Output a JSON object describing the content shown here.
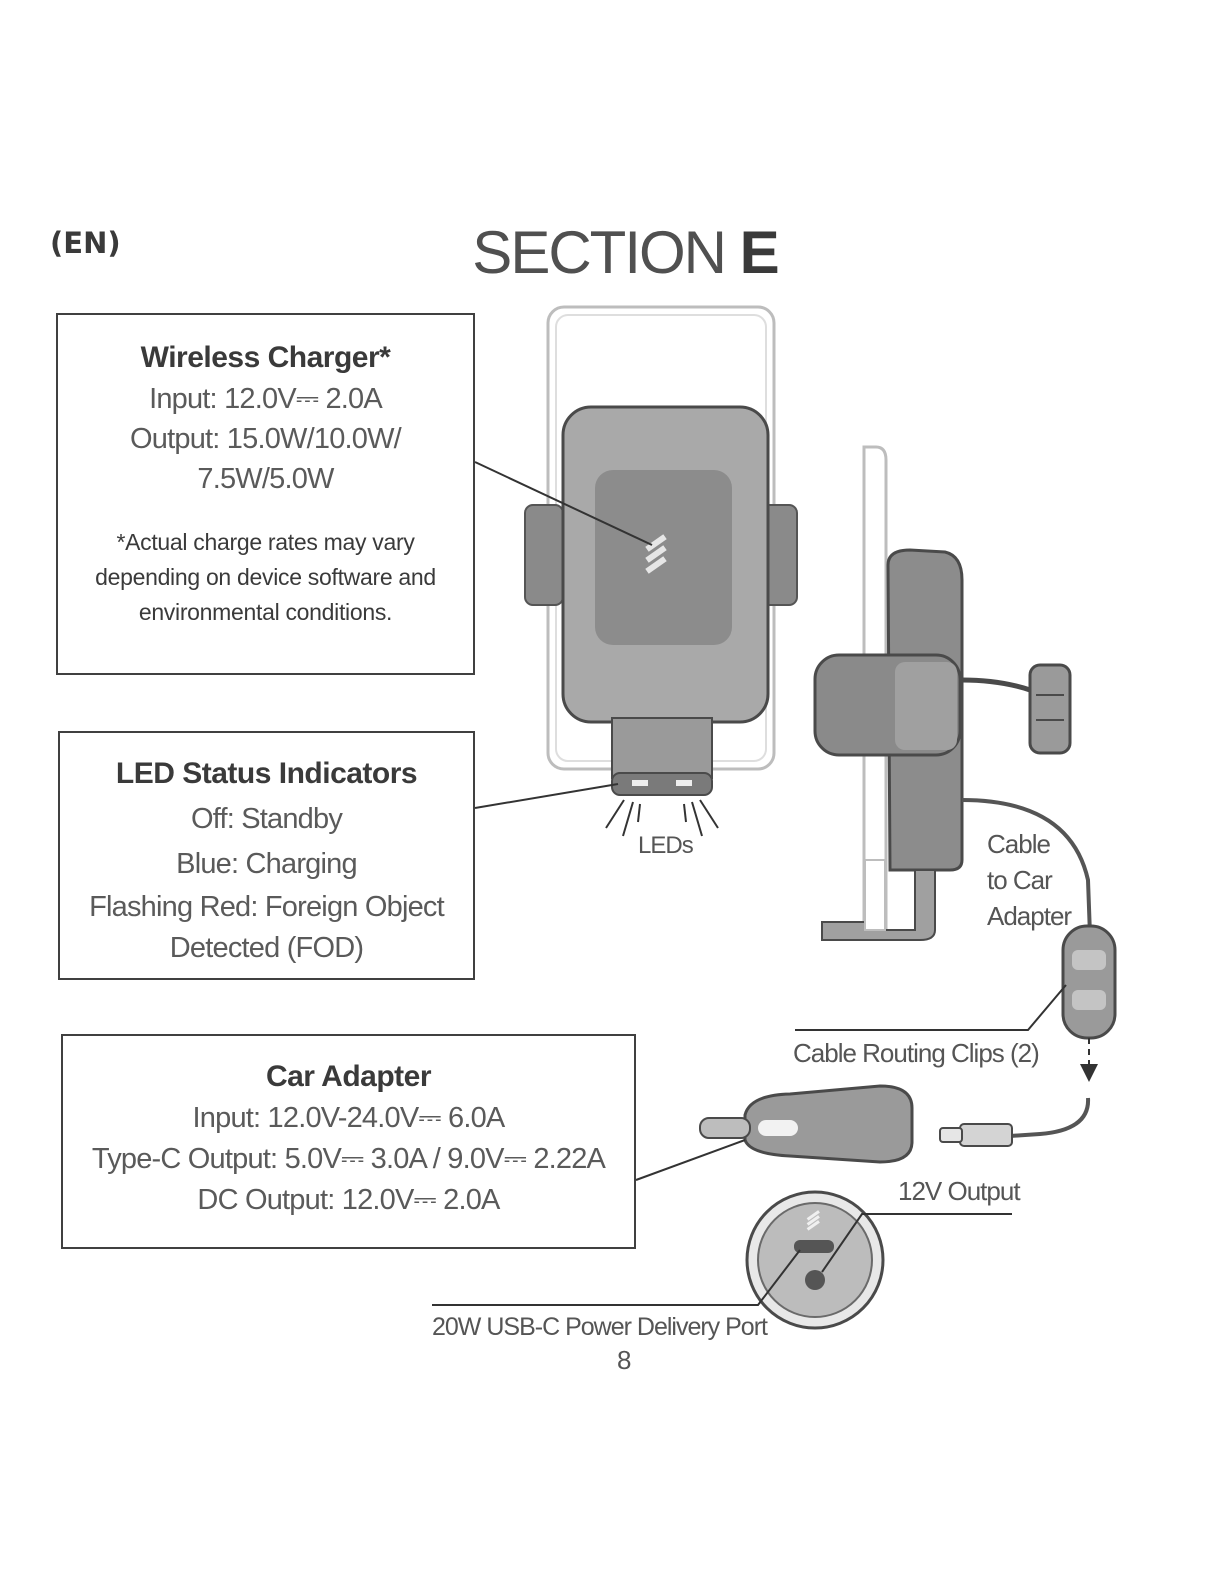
{
  "header": {
    "language_tag": "(EN)",
    "section_prefix": "SECTION ",
    "section_letter": "E"
  },
  "wireless_charger": {
    "title": "Wireless Charger*",
    "input": "Input: 12.0V⎓ 2.0A",
    "output_line1": "Output: 15.0W/10.0W/",
    "output_line2": "7.5W/5.0W",
    "footnote": "*Actual charge rates may vary depending on device software and environmental conditions."
  },
  "led_status": {
    "title": "LED Status Indicators",
    "lines": [
      "Off: Standby",
      "Blue: Charging",
      "Flashing Red: Foreign Object",
      "Detected (FOD)"
    ]
  },
  "car_adapter": {
    "title": "Car Adapter",
    "input": "Input: 12.0V-24.0V⎓ 6.0A",
    "typec_output": "Type-C Output: 5.0V⎓ 3.0A / 9.0V⎓ 2.22A",
    "dc_output": "DC Output: 12.0V⎓ 2.0A"
  },
  "callouts": {
    "leds": "LEDs",
    "cable_line1": "Cable",
    "cable_line2": "to Car",
    "cable_line3": "Adapter",
    "routing_clips": "Cable Routing Clips (2)",
    "output_12v": "12V Output",
    "usbc_port": "20W USB-C Power Delivery Port"
  },
  "page_number": "8"
}
